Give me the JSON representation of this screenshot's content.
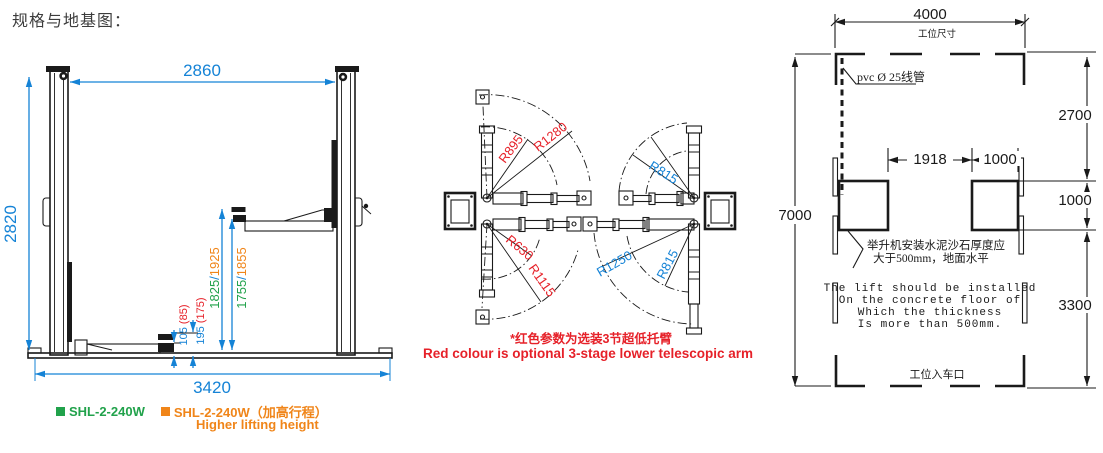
{
  "title": "规格与地基图：",
  "colors": {
    "dimension_blue": "#1583d6",
    "standard_green": "#21a24b",
    "optional_orange": "#f08519",
    "warning_red": "#e62129",
    "line_black": "#1a1a1a"
  },
  "front_view": {
    "dim_post_span": "2860",
    "dim_total_height": "2820",
    "dim_base_width": "3420",
    "lift_height_pad_std": "1825",
    "lift_height_pad_high": "1925",
    "lift_height_arm_std": "1755",
    "lift_height_arm_high": "1855",
    "sep": "/",
    "pad_min_std": "105 ",
    "pad_min_opt": "(85)",
    "pad_adapter_std": "195 ",
    "pad_adapter_opt": "(175)"
  },
  "legend": {
    "item1": "SHL-2-240W",
    "item2": "SHL-2-240W（加高行程）",
    "item2_sub": "Higher  lifting height"
  },
  "plan_view": {
    "r895": "R895",
    "r1280": "R1280",
    "r815_upper": "R815",
    "r630": "R630",
    "r1115": "R1115",
    "r1250": "R1250",
    "r815_lower": "R815",
    "note_cn": "*红色参数为选装3节超低托臂",
    "note_en": "Red colour is optional 3-stage lower telescopic arm"
  },
  "foundation": {
    "dim_bay_width": "4000",
    "label_bay": "工位尺寸",
    "pvc_label": "pvc Ø 25线管",
    "dim_front": "2700",
    "dim_between_pads": "1918",
    "dim_pad_width": "1000",
    "dim_pad_height": "1000",
    "dim_total_depth": "7000",
    "dim_rear": "3300",
    "note_cn_1": "举升机安装水泥沙石厚度应",
    "note_cn_2": "大于500mm，地面水平",
    "note_en_1": "The lift should be installed",
    "note_en_2": "On the concrete floor of",
    "note_en_3": "Which the thickness",
    "note_en_4": "Is more than 500mm.",
    "label_entrance": "工位入车口"
  }
}
